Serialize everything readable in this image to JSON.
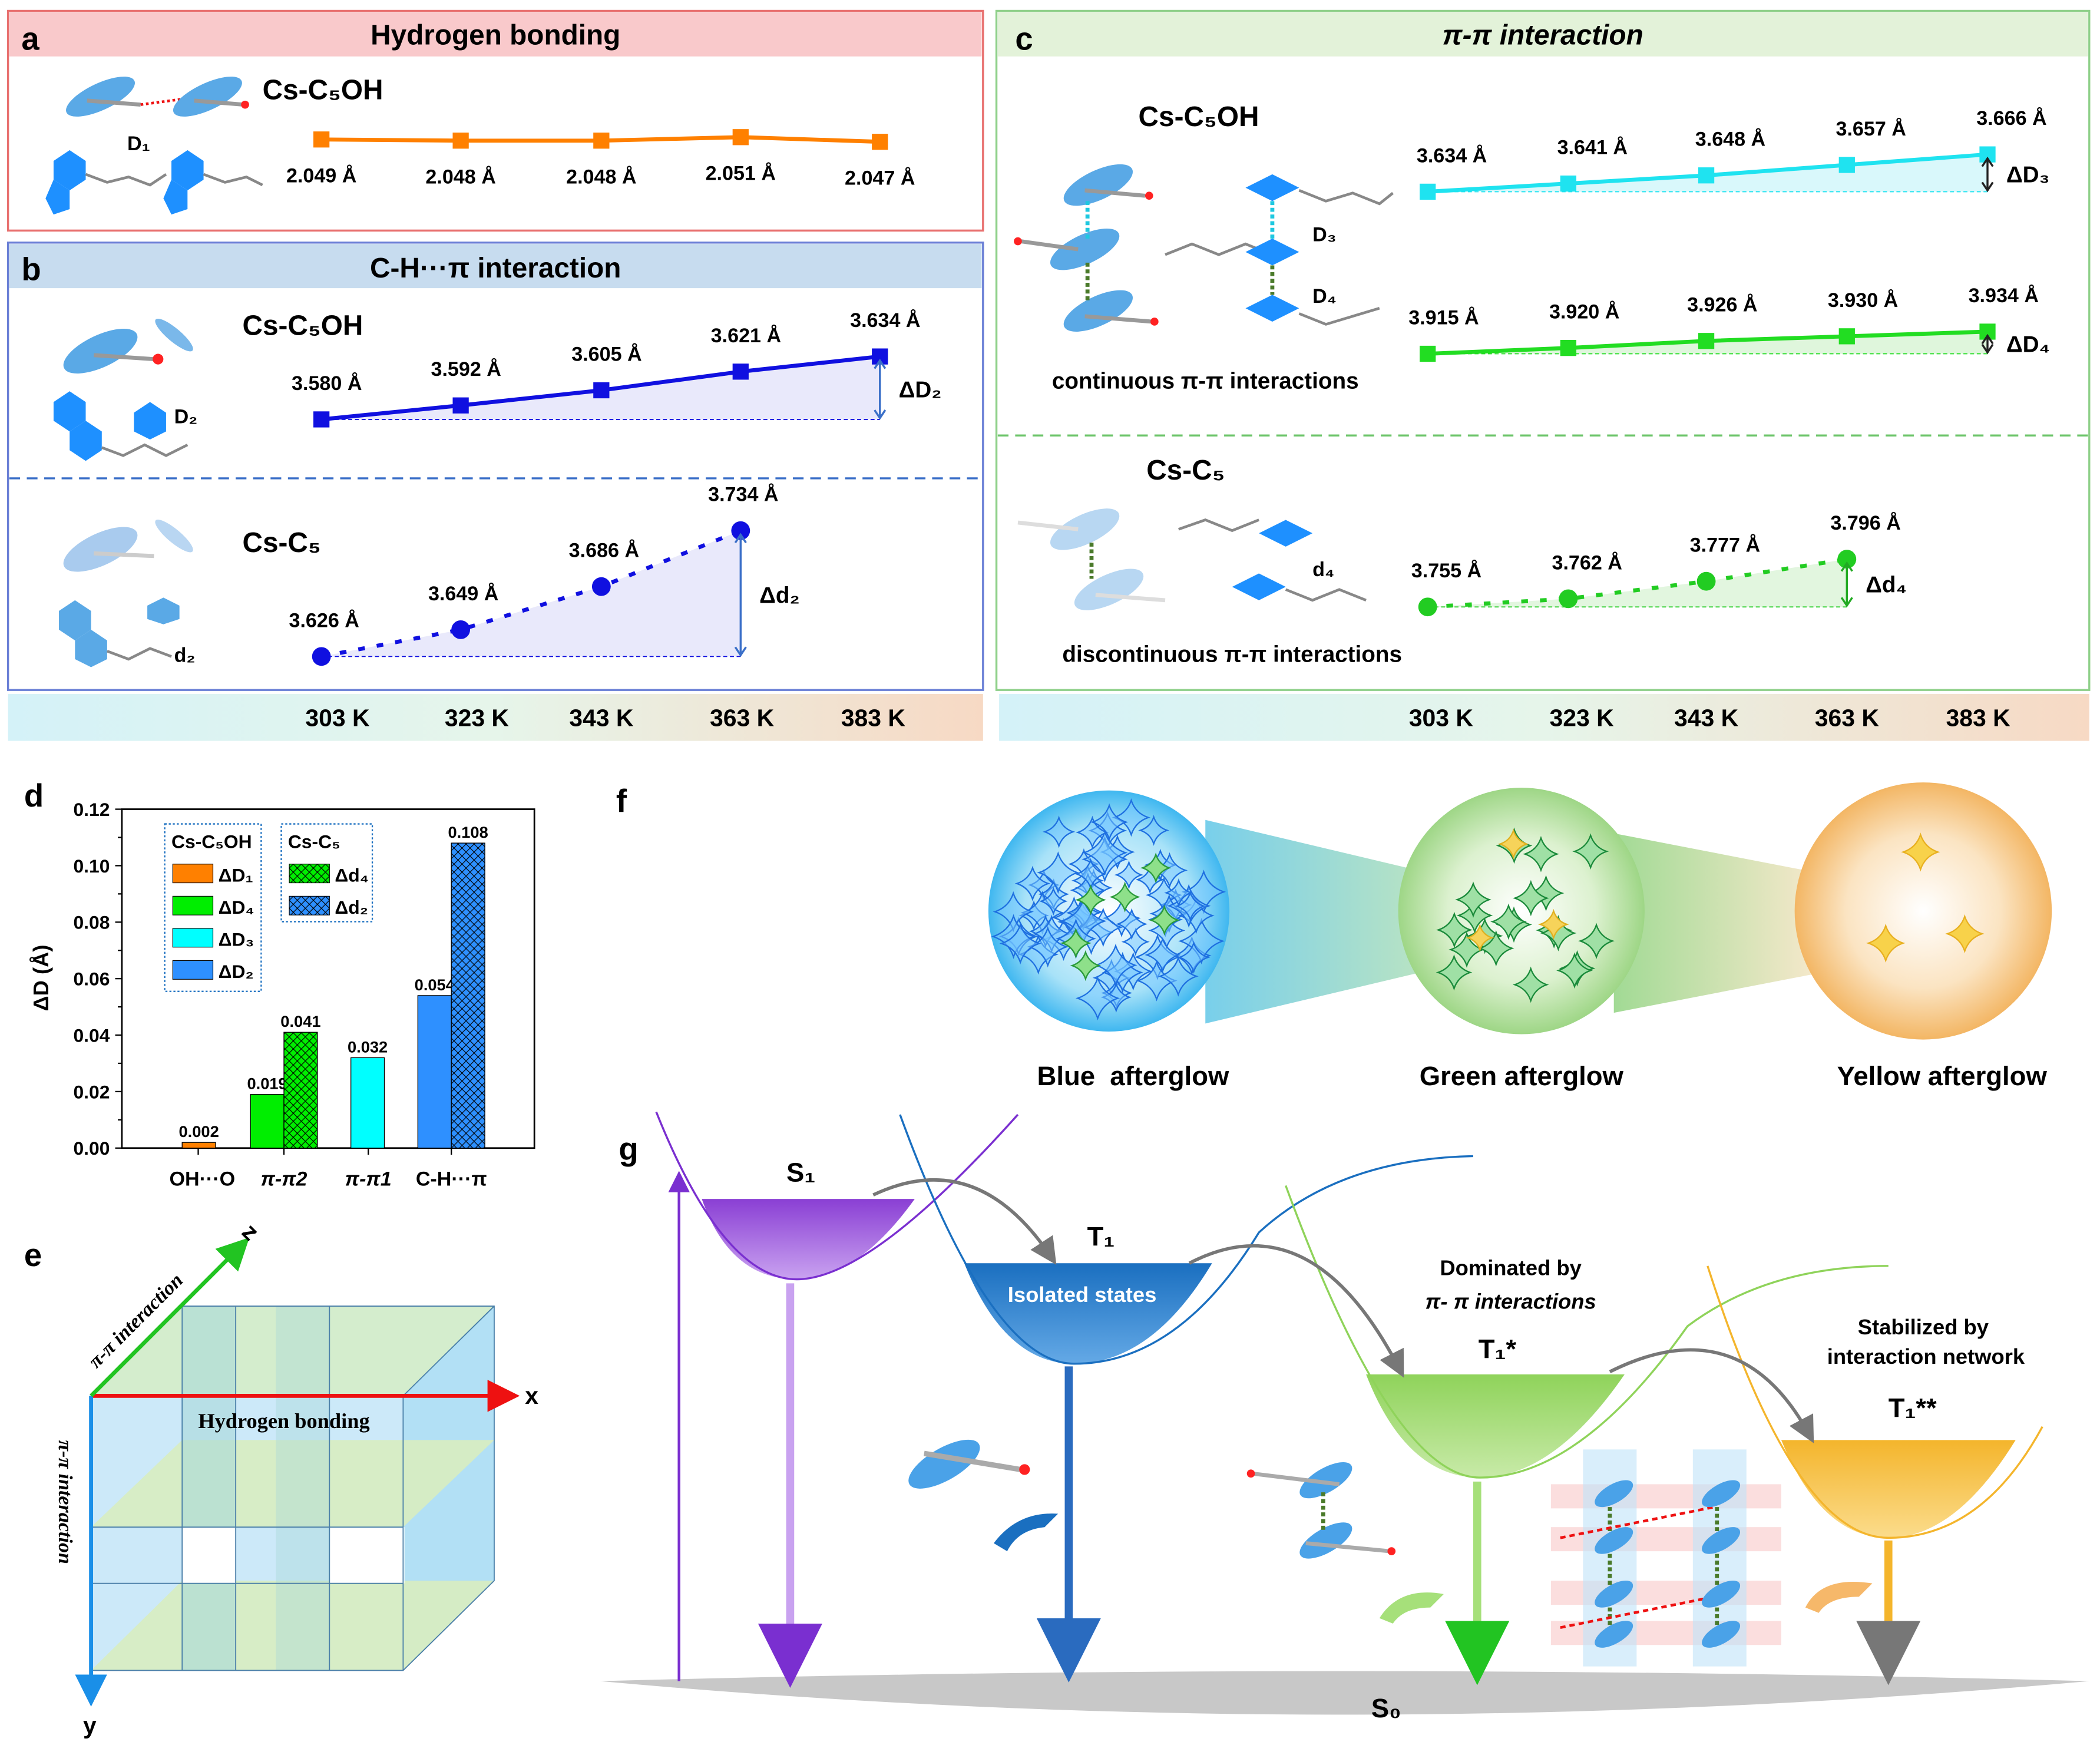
{
  "panel_labels": {
    "a": "a",
    "b": "b",
    "c": "c",
    "d": "d",
    "e": "e",
    "f": "f",
    "g": "g"
  },
  "panel_a": {
    "title": "Hydrogen bonding",
    "compound": "Cs-C₅OH",
    "distance_label": "D₁",
    "unit": "Å",
    "values": [
      2.049,
      2.048,
      2.048,
      2.051,
      2.047
    ]
  },
  "panel_b": {
    "title": "C-H···π  interaction",
    "top": {
      "compound": "Cs-C₅OH",
      "distance_label": "D₂",
      "values": [
        3.58,
        3.592,
        3.605,
        3.621,
        3.634
      ],
      "delta_label": "ΔD₂"
    },
    "bottom": {
      "compound": "Cs-C₅",
      "distance_label": "d₂",
      "values": [
        3.626,
        3.649,
        3.686,
        3.734
      ],
      "delta_label": "Δd₂"
    },
    "unit": "Å"
  },
  "panel_c": {
    "title": "π-π interaction",
    "top": {
      "compound": "Cs-C₅OH",
      "labels": [
        "D₃",
        "D₄"
      ],
      "caption": "continuous π-π interactions",
      "series_d3": {
        "values": [
          3.634,
          3.641,
          3.648,
          3.657,
          3.666
        ],
        "delta_label": "ΔD₃"
      },
      "series_d4": {
        "values": [
          3.915,
          3.92,
          3.926,
          3.93,
          3.934
        ],
        "delta_label": "ΔD₄"
      }
    },
    "bottom": {
      "compound": "Cs-C₅",
      "distance_label": "d₄",
      "caption": "discontinuous π-π interactions",
      "values": [
        3.755,
        3.762,
        3.777,
        3.796
      ],
      "delta_label": "Δd₄"
    },
    "unit": "Å"
  },
  "temperatures": [
    "303 K",
    "323 K",
    "343 K",
    "363 K",
    "383 K"
  ],
  "chart_data": {
    "type": "bar",
    "panel": "d",
    "ylabel": "ΔD (Å)",
    "xlabel": "",
    "ylim": [
      0,
      0.12
    ],
    "yticks": [
      "0.00",
      "0.02",
      "0.04",
      "0.06",
      "0.08",
      "0.10",
      "0.12"
    ],
    "categories": [
      "OH···O",
      "π-π2",
      "π-π1",
      "C-H···π"
    ],
    "bars": [
      {
        "category": "OH···O",
        "series": "ΔD₁",
        "value": 0.002,
        "label": "0.002",
        "color": "#ff8000",
        "hatched": false,
        "slot": 0
      },
      {
        "category": "π-π2",
        "series": "ΔD₄",
        "value": 0.019,
        "label": "0.019",
        "color": "#00ee00",
        "hatched": false,
        "slot": 0
      },
      {
        "category": "π-π2",
        "series": "Δd₄",
        "value": 0.041,
        "label": "0.041",
        "color": "#00ee00",
        "hatched": true,
        "slot": 1
      },
      {
        "category": "π-π1",
        "series": "ΔD₃",
        "value": 0.032,
        "label": "0.032",
        "color": "#00ffff",
        "hatched": false,
        "slot": 0
      },
      {
        "category": "C-H···π",
        "series": "ΔD₂",
        "value": 0.054,
        "label": "0.054",
        "color": "#2e90ff",
        "hatched": false,
        "slot": 0
      },
      {
        "category": "C-H···π",
        "series": "Δd₂",
        "value": 0.108,
        "label": "0.108",
        "color": "#2e90ff",
        "hatched": true,
        "slot": 1
      }
    ],
    "legend": [
      {
        "title": "Cs-C₅OH",
        "entries": [
          {
            "name": "ΔD₁",
            "color": "#ff8000",
            "hatched": false
          },
          {
            "name": "ΔD₄",
            "color": "#00ee00",
            "hatched": false
          },
          {
            "name": "ΔD₃",
            "color": "#00ffff",
            "hatched": false
          },
          {
            "name": "ΔD₂",
            "color": "#2e90ff",
            "hatched": false
          }
        ]
      },
      {
        "title": "Cs-C₅",
        "entries": [
          {
            "name": "Δd₄",
            "color": "#00ee00",
            "hatched": true
          },
          {
            "name": "Δd₂",
            "color": "#2e90ff",
            "hatched": true
          }
        ]
      }
    ],
    "legend_position": "top-left",
    "grid": false
  },
  "panel_e": {
    "x": "x",
    "y": "y",
    "z": "z",
    "z_label": "π-π interaction",
    "y_label": "π-π interaction",
    "x_label": "Hydrogen bonding"
  },
  "panel_f": {
    "labels": [
      "Blue  afterglow",
      "Green afterglow",
      "Yellow afterglow"
    ]
  },
  "panel_g": {
    "s1": "S₁",
    "t1": "T₁",
    "isolated": "Isolated states",
    "dominated_1": "Dominated by",
    "dominated_2": "π- π interactions",
    "t1_star": "T₁*",
    "stabilized_1": "Stabilized by",
    "stabilized_2": "interaction network",
    "t1_2star": "T₁**",
    "s0": "S₀"
  }
}
